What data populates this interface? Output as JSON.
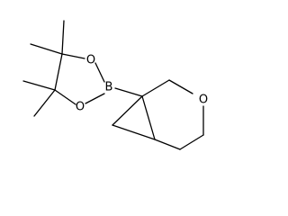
{
  "molecule": {
    "atoms": {
      "boron": "B",
      "oxygen_upper": "O",
      "oxygen_lower": "O",
      "oxygen_ring": "O"
    }
  }
}
